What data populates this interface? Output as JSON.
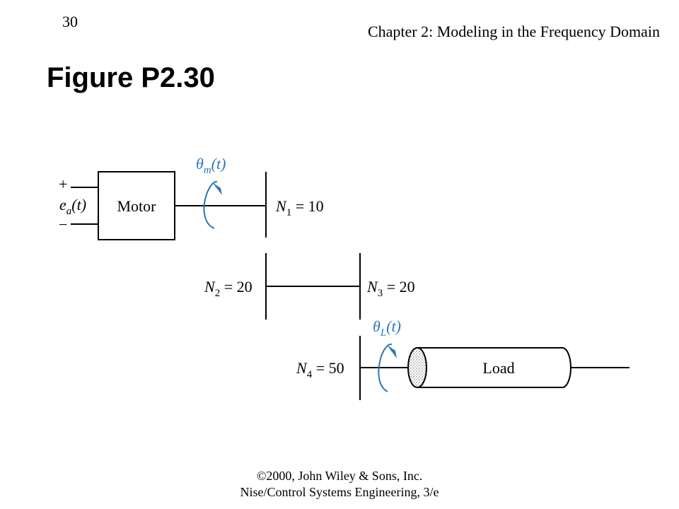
{
  "header": {
    "page_number": "30",
    "chapter": "Chapter 2: Modeling in the Frequency Domain"
  },
  "figure_title": "Figure P2.30",
  "diagram": {
    "input": {
      "plus": "+",
      "minus": "−",
      "var": "e",
      "sub": "a",
      "arg": "(t)"
    },
    "motor_label": "Motor",
    "theta_m": {
      "var": "θ",
      "sub": "m",
      "arg": "(t)"
    },
    "theta_L": {
      "var": "θ",
      "sub": "L",
      "arg": "(t)"
    },
    "gears": [
      {
        "var": "N",
        "sub": "1",
        "rest": " = 10"
      },
      {
        "var": "N",
        "sub": "2",
        "rest": " = 20"
      },
      {
        "var": "N",
        "sub": "3",
        "rest": " = 20"
      },
      {
        "var": "N",
        "sub": "4",
        "rest": " = 50"
      }
    ],
    "load_label": "Load",
    "colors": {
      "arrow": "#2b78b8",
      "line": "#000000"
    }
  },
  "footer": {
    "copyright": "©2000, John Wiley & Sons, Inc.",
    "book": "Nise/Control Systems Engineering, 3/e"
  }
}
